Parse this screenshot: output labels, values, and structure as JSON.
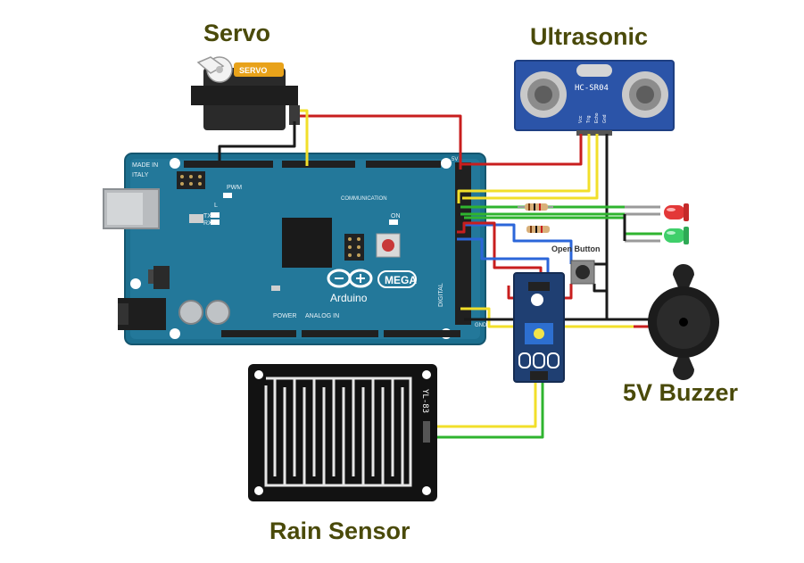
{
  "labels": {
    "servo": "Servo",
    "ultrasonic": "Ultrasonic",
    "buzzer": "5V Buzzer",
    "rain_sensor": "Rain Sensor",
    "open_button": "Open Button"
  },
  "servo": {
    "brand": "SERVO"
  },
  "ultrasonic": {
    "model": "HC-SR04",
    "pins": [
      "Vcc",
      "Trig",
      "Echo",
      "Gnd"
    ]
  },
  "rain_board": {
    "model": "YL-83"
  },
  "arduino": {
    "made_in_1": "MADE IN",
    "made_in_2": "ITALY",
    "brand": "Arduino",
    "model": "MEGA",
    "pwm": "PWM",
    "communication": "COMMUNICATION",
    "power": "POWER",
    "analog_in": "ANALOG IN",
    "digital": "DIGITAL",
    "led_l": "L",
    "led_tx": "TX",
    "led_rx": "RX",
    "led_on": "ON",
    "gnd": "GND",
    "five_v": "5V"
  },
  "colors": {
    "board": "#1c6f8f",
    "wire_red": "#c81e1e",
    "wire_black": "#1a1a1a",
    "wire_yellow": "#f2df2a",
    "wire_green": "#2fb42f",
    "wire_blue": "#2b66d9",
    "led_red": "#e33838",
    "led_green": "#3fcf6a",
    "label_text": "#4a4a0a"
  }
}
